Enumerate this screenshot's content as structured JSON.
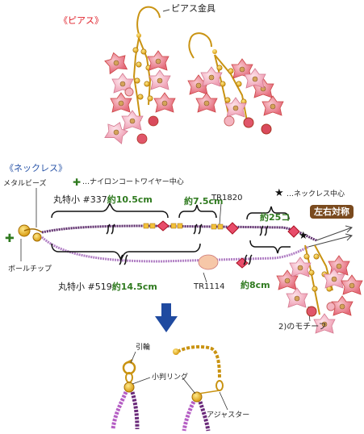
{
  "section_earrings": {
    "title": "《ピアス》",
    "hook_label": "ピアス金具"
  },
  "section_necklace": {
    "title": "《ネックレス》",
    "nylon_legend": "…ナイロンコートワイヤー中心",
    "necklace_center_legend": "…ネックレス中心",
    "left_right_symmetric": "左右対称",
    "metal_beads": "メタルビーズ",
    "ball_tip": "ボールチップ",
    "upper_strand": {
      "prefix": "丸特小 #337",
      "length": "約10.5cm"
    },
    "lower_strand": {
      "prefix": "丸特小 #519",
      "length": "約14.5cm"
    },
    "segment_upper_mid": "約7.5cm",
    "segment_upper_right": "約25コ",
    "segment_lower_mid": "約8cm",
    "bead_tr1820": "TR1820",
    "bead_tr1114": "TR1114",
    "motif_label": "2)のモチーフ"
  },
  "clasp_section": {
    "spring_ring": "引輪",
    "jump_ring": "小判リング",
    "adjuster": "アジャスター"
  },
  "colors": {
    "red_title": "#e0202a",
    "blue_title": "#2a55a8",
    "green_accent": "#2f7a1f",
    "badge_bg": "#7a4a1e",
    "arrow": "#1f4aa0"
  }
}
